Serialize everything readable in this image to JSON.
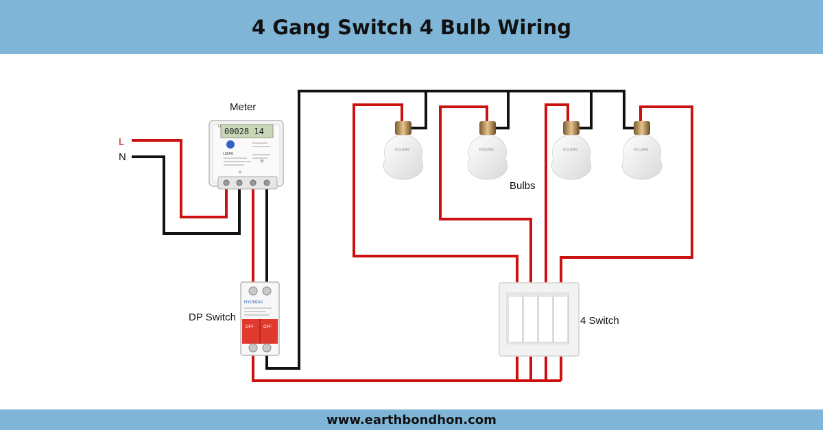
{
  "header": {
    "title": "4 Gang Switch 4 Bulb Wiring"
  },
  "footer": {
    "website": "www.earthbondhon.com"
  },
  "labels": {
    "line": "L",
    "neutral": "N",
    "meter": "Meter",
    "dp_switch": "DP Switch",
    "bulbs": "Bulbs",
    "four_switch": "4 Switch"
  },
  "device_text": {
    "meter_brand": "LINA",
    "meter_reading": "00028 14",
    "meter_model": "LSM41",
    "breaker_brand": "HYUNDAI",
    "breaker_off": "OFF",
    "bulb_brand": "KCLUMS"
  },
  "colors": {
    "header_bg": "#7fb6d8",
    "live_wire": "#cc1111",
    "neutral_wire": "#111111",
    "breaker_lever": "#e03a2f"
  }
}
